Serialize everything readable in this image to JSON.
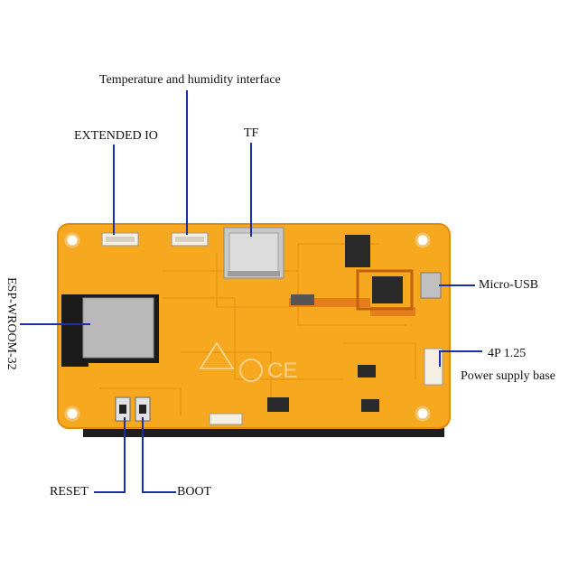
{
  "labels": {
    "temp_humidity": "Temperature and humidity interface",
    "extended_io": "EXTENDED IO",
    "tf": "TF",
    "micro_usb": "Micro-USB",
    "esp_module": "ESP-WROOM-32",
    "power_line1": "4P 1.25",
    "power_line2": "Power supply base",
    "reset": "RESET",
    "boot": "BOOT"
  },
  "colors": {
    "board": "#f5a623",
    "board_edge": "#e58e12",
    "module": "#1a1a1a",
    "shield": "#b9b9b9",
    "leader": "#1b2fa8"
  }
}
